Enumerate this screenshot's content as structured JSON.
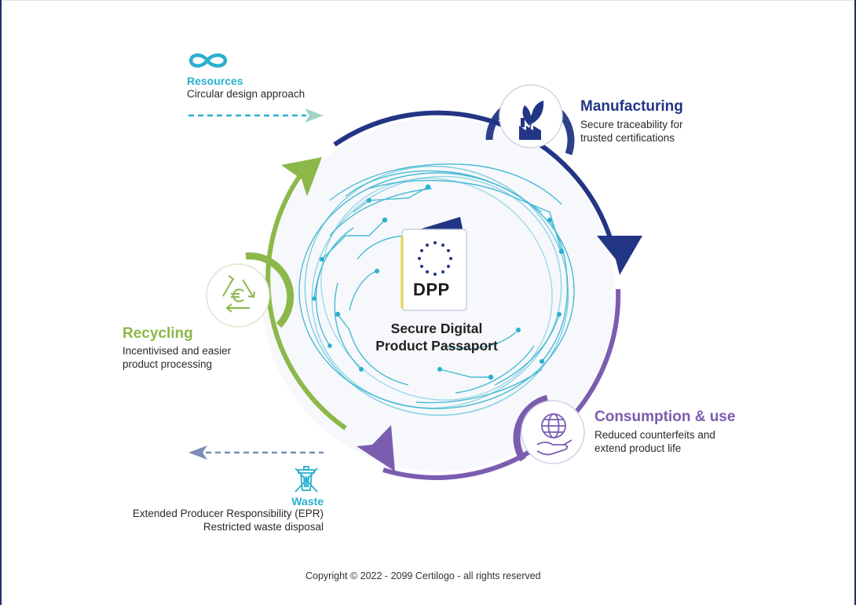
{
  "colors": {
    "navy": "#233585",
    "purple": "#7b5db0",
    "green": "#8cb84a",
    "teal": "#2ab0cf",
    "mint": "#9fd3c2",
    "slate": "#7b8fb5"
  },
  "stages": {
    "resources": {
      "icon": "infinity-icon",
      "title": "Resources",
      "description": "Circular design approach"
    },
    "manufacturing": {
      "icon": "eco-factory-icon",
      "title": "Manufacturing",
      "description_lines": [
        "Secure traceability for",
        "trusted certifications"
      ]
    },
    "consumption": {
      "icon": "globe-hand-icon",
      "title": "Consumption & use",
      "description_lines": [
        "Reduced counterfeits and",
        "extend product life"
      ]
    },
    "recycling": {
      "icon": "recycle-euro-icon",
      "title": "Recycling",
      "description_lines": [
        "Incentivised and easier",
        "product processing"
      ]
    },
    "waste": {
      "icon": "crossed-bin-icon",
      "title": "Waste",
      "description_lines": [
        "Extended Producer Responsibility (EPR)",
        "Restricted waste disposal"
      ]
    }
  },
  "center": {
    "badge_text": "DPP",
    "title_lines": [
      "Secure Digital",
      "Product Passaport"
    ]
  },
  "footer": {
    "copyright": "Copyright © 2022 - 2099 Certilogo - all rights reserved"
  }
}
